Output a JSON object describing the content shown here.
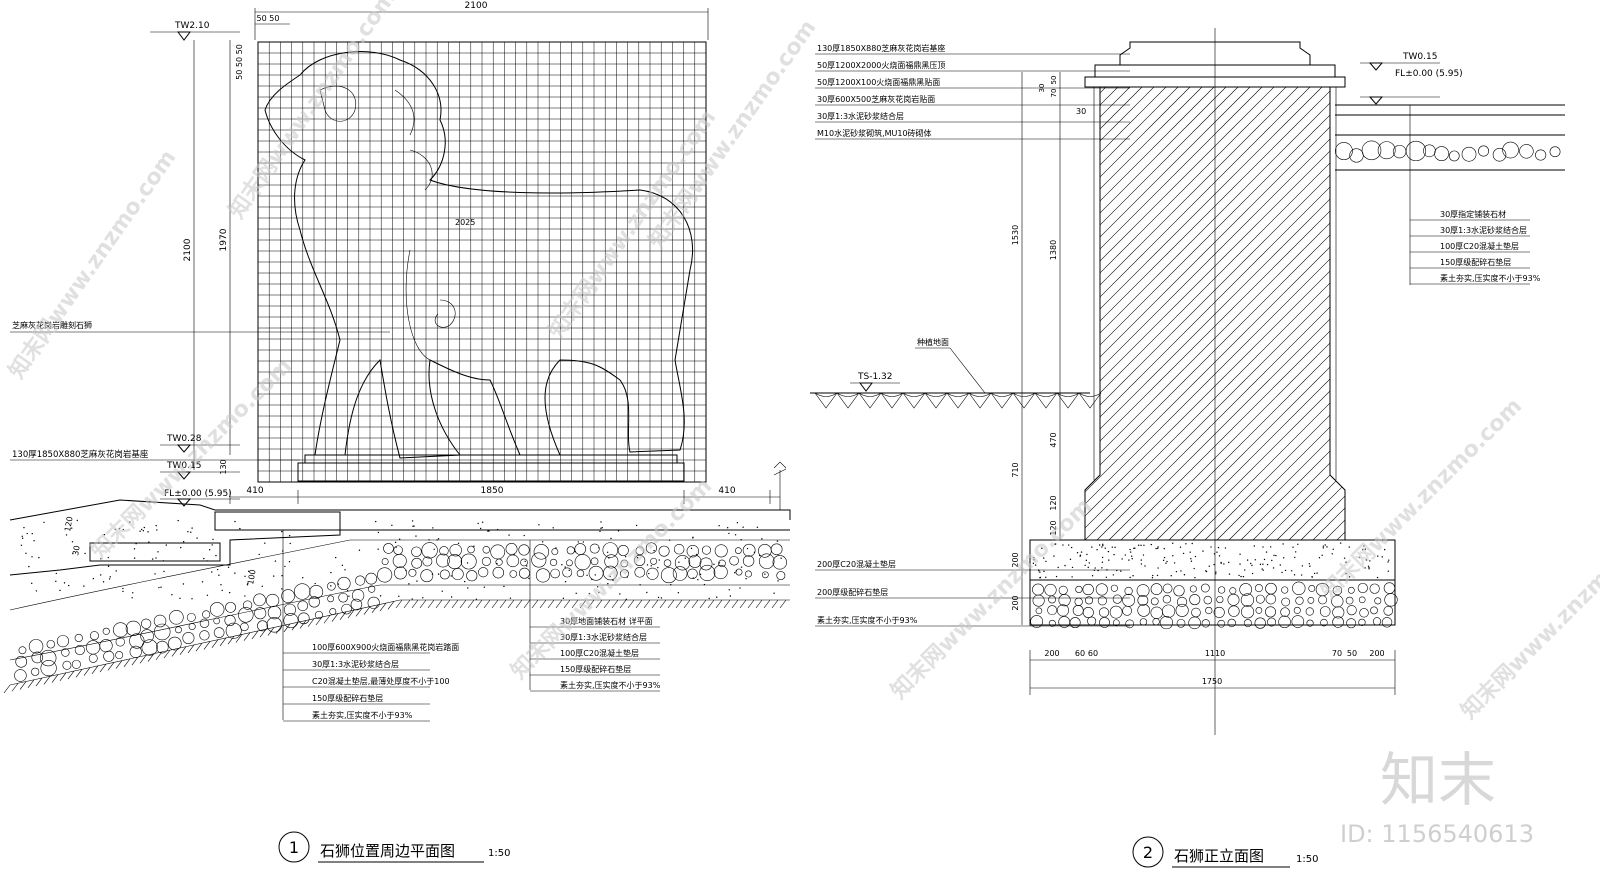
{
  "dims_left": {
    "top_width": "2100",
    "small_50_50": "50 50",
    "side_50_50_50": "50 50 50",
    "height_2100": "2100",
    "height_1970": "1970",
    "inner_2025": "2025",
    "h130": "130",
    "b410_left": "410",
    "b1850": "1850",
    "b410_right": "410",
    "s120": "120",
    "s30": "30",
    "s100": "100"
  },
  "levels_left": {
    "tw210": "TW2.10",
    "tw028": "TW0.28",
    "tw015": "TW0.15",
    "fl": "FL±0.00 (5.95)"
  },
  "labels_left": {
    "lion": "芝麻灰花岗岩雕刻石狮",
    "base": "130厚1850X880芝麻灰花岗岩基座"
  },
  "notes_left_a": [
    "100厚600X900火烧面福鼎黑花岗岩踏面",
    "30厚1:3水泥砂浆结合层",
    "C20混凝土垫层,最薄处厚度不小于100",
    "150厚级配碎石垫层",
    "素土夯实,压实度不小于93%"
  ],
  "notes_left_b": [
    "30厚地面铺装石材 详平面",
    "30厚1:3水泥砂浆结合层",
    "100厚C20混凝土垫层",
    "150厚级配碎石垫层",
    "素土夯实,压实度不小于93%"
  ],
  "notes_right_top": [
    "130厚1850X880芝麻灰花岗岩基座",
    "50厚1200X2000火烧面福鼎黑压顶",
    "50厚1200X100火烧面福鼎黑贴面",
    "30厚600X500芝麻灰花岗岩贴面",
    "30厚1:3水泥砂浆结合层",
    "M10水泥砂浆砌筑,MU10砖砌体"
  ],
  "notes_right_side": [
    "30厚指定铺装石材",
    "30厚1:3水泥砂浆结合层",
    "100厚C20混凝土垫层",
    "150厚级配碎石垫层",
    "素土夯实,压实度不小于93%"
  ],
  "notes_right_bottom": [
    "200厚C20混凝土垫层",
    "200厚级配碎石垫层",
    "素土夯实,压实度不小于93%"
  ],
  "levels_right": {
    "tw015": "TW0.15",
    "fl": "FL±0.00 (5.95)",
    "ts": "TS-1.32",
    "planting": "种植地面"
  },
  "dims_right": {
    "v50": "50",
    "v70": "70",
    "v30": "30",
    "v1530": "1530",
    "v1380": "1380",
    "v710": "710",
    "v470": "470",
    "v120a": "120",
    "v120b": "120",
    "v200a": "200",
    "v200b": "200",
    "h30": "30",
    "b200l": "200",
    "b60a": "60",
    "b60b": "60",
    "b1110": "1110",
    "b70": "70",
    "b50": "50",
    "b200r": "200",
    "b1750": "1750"
  },
  "titles": {
    "t1_num": "1",
    "t1_text": "石狮位置周边平面图",
    "t1_scale": "1:50",
    "t2_num": "2",
    "t2_text": "石狮正立面图",
    "t2_scale": "1:50"
  },
  "brand": {
    "logo": "知末",
    "id": "ID: 1156540613",
    "watermark": "知末网www.znzmo.com"
  }
}
